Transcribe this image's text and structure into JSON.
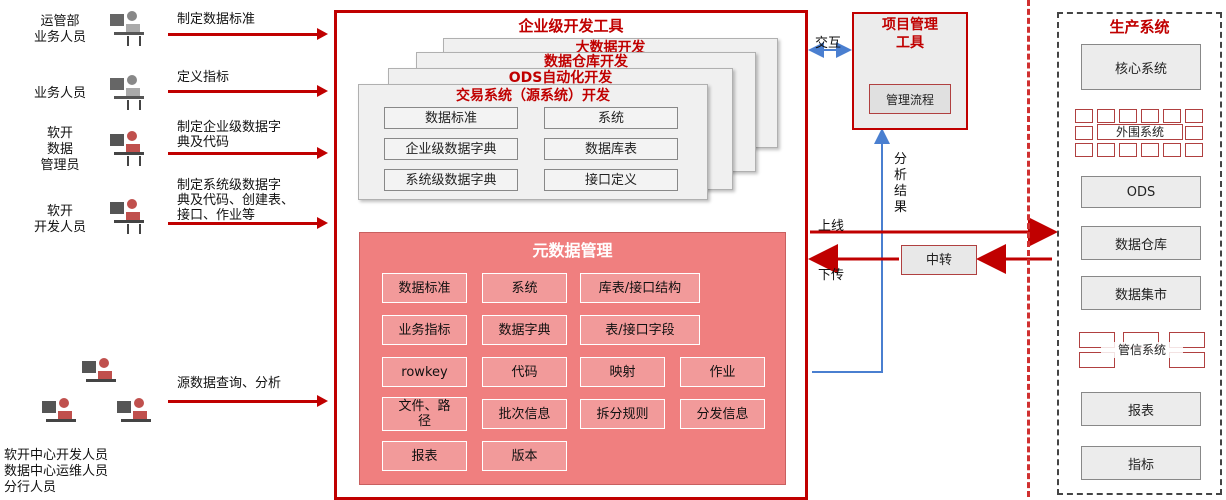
{
  "actors": [
    {
      "label": "运管部\n业务人员",
      "action": "制定数据标准"
    },
    {
      "label": "业务人员",
      "action": "定义指标"
    },
    {
      "label": "软开\n数据\n管理员",
      "action": "制定企业级数据字\n典及代码"
    },
    {
      "label": "软开\n开发人员",
      "action": "制定系统级数据字\n典及代码、创建表、\n接口、作业等"
    },
    {
      "label": "软开中心开发人员\n数据中心运维人员\n分行人员",
      "action": "源数据查询、分析"
    }
  ],
  "enterprise_tools": {
    "title": "企业级开发工具",
    "stack_titles": [
      "大数据开发",
      "数据仓库开发",
      "ODS自动化开发",
      "交易系统（源系统）开发"
    ],
    "front_boxes": [
      "数据标准",
      "系统",
      "企业级数据字典",
      "数据库表",
      "系统级数据字典",
      "接口定义"
    ]
  },
  "metadata": {
    "title": "元数据管理",
    "items": [
      "数据标准",
      "系统",
      "库表/接口结构",
      "业务指标",
      "数据字典",
      "表/接口字段",
      "rowkey",
      "代码",
      "映射",
      "作业",
      "文件、路\n径",
      "批次信息",
      "拆分规则",
      "分发信息",
      "报表",
      "版本"
    ]
  },
  "project_mgmt": {
    "title": "项目管理\n工具",
    "flow": "管理流程"
  },
  "connectors": {
    "interact": "交互",
    "analysis": "分\n析\n结\n果",
    "online": "上线",
    "download": "下传",
    "relay": "中转"
  },
  "production": {
    "title": "生产系统",
    "items": [
      "核心系统",
      "外围系统",
      "ODS",
      "数据仓库",
      "数据集市",
      "管信系统",
      "报表",
      "指标"
    ]
  },
  "colors": {
    "accent": "#c00000",
    "meta_fill": "#f07f7f",
    "link_blue": "#4a7fd0"
  }
}
